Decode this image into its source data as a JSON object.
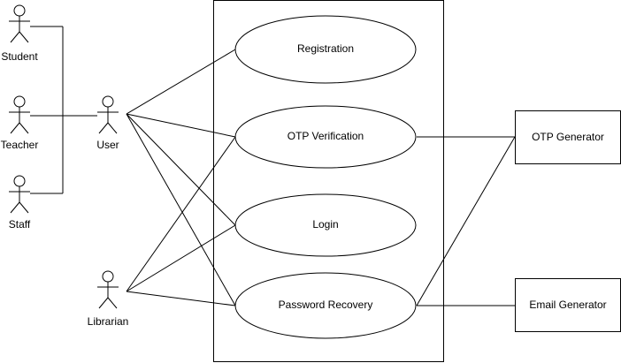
{
  "actors": {
    "student": "Student",
    "teacher": "Teacher",
    "staff": "Staff",
    "user": "User",
    "librarian": "Librarian"
  },
  "use_cases": {
    "registration": "Registration",
    "otp_verification": "OTP Verification",
    "login": "Login",
    "password_recovery": "Password Recovery"
  },
  "systems": {
    "otp_generator": "OTP Generator",
    "email_generator": "Email Generator"
  },
  "colors": {
    "line": "#000000",
    "background": "#ffffff"
  }
}
